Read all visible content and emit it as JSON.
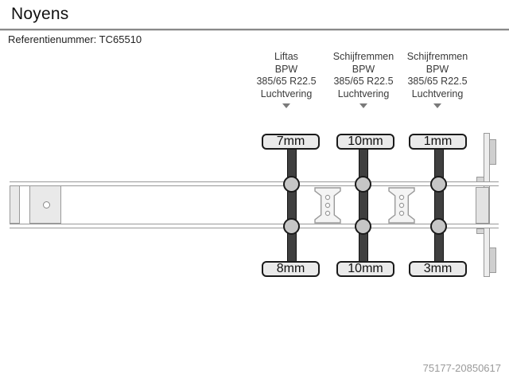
{
  "header": {
    "title": "Noyens",
    "reference_label": "Referentienummer:",
    "reference_value": "TC65510"
  },
  "axles": [
    {
      "type": "Liftas",
      "brand": "BPW",
      "tyre_size": "385/65 R22.5",
      "suspension": "Luchtvering",
      "tread_top": "7mm",
      "tread_bottom": "8mm"
    },
    {
      "type": "Schijfremmen",
      "brand": "BPW",
      "tyre_size": "385/65 R22.5",
      "suspension": "Luchtvering",
      "tread_top": "10mm",
      "tread_bottom": "10mm"
    },
    {
      "type": "Schijfremmen",
      "brand": "BPW",
      "tyre_size": "385/65 R22.5",
      "suspension": "Luchtvering",
      "tread_top": "1mm",
      "tread_bottom": "3mm"
    }
  ],
  "icons": {
    "axle_pointer": "triangle-down"
  },
  "colors": {
    "outline_gray": "#999999",
    "axle_dark": "#3f3f3f",
    "badge_fill": "#eaeaea",
    "pointer_gray": "#7a7a7a",
    "watermark_gray": "#9a9a9a"
  },
  "footer": {
    "watermark": "75177-20850617"
  }
}
